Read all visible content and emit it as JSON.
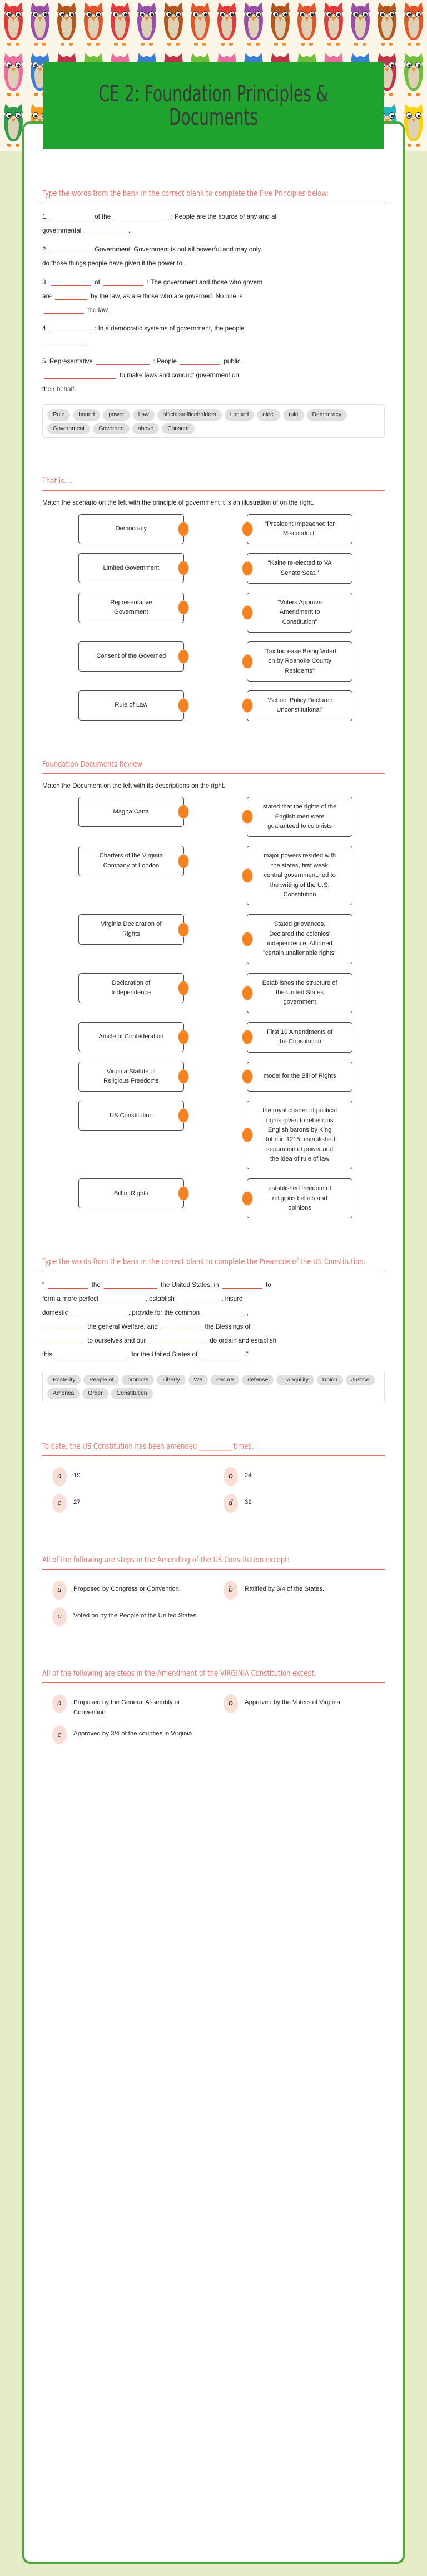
{
  "banner": {
    "title": "CE 2: Foundation Principles & Documents",
    "green_color": "#1fa32e",
    "owl_colors": [
      "#e23b3b",
      "#f29f1c",
      "#6fbf3a",
      "#9a4fa8",
      "#1fb5bd",
      "#f06ba0",
      "#b5561f",
      "#f5d311",
      "#3a7fd5",
      "#e2562a",
      "#2e9c4a",
      "#c2334a"
    ]
  },
  "sections": [
    {
      "id": "five-principles",
      "heading": "Type the words from the bank in the correct blank to complete the Five Principles below:",
      "type": "fill-in-blank",
      "lines": [
        "1. ____ of the ____ : People are the source of any and all governmental ____ .",
        "2. ____ Government: Government is not all powerful and may only do those things people have given it the power to.",
        "3. ____ of ____ : The government and those who govern are ____ by the law, as are those who are governed. No one is ____ the law.",
        "4. ____ : In a democratic systems of government, the people ____ .",
        "5. Representative ____ : People ____ public ____ to make laws and conduct government on their behalf."
      ],
      "word_bank": [
        "Rule",
        "bound",
        "power",
        "Law",
        "officials/officeholders",
        "Limited",
        "elect",
        "rule",
        "Democracy",
        "Government",
        "Governed",
        "above",
        "Consent"
      ]
    },
    {
      "id": "that-is",
      "heading": "That is....",
      "type": "matching",
      "instruction": "Match the scenario on the left with the principle of government it is an illustration of on the right.",
      "left": [
        "Democracy",
        "Limited Government",
        "Representative Government",
        "Consent of the Governed",
        "Rule of Law"
      ],
      "right": [
        "\"President Impeached for Misconduct\"",
        "\"Kaine re-elected to VA Senate Seat.\"",
        "\"Voters Approve Amendment to Constitution\"",
        "\"Tax Increase Being Voted on by Roanoke County Residents\"",
        "\"School Policy Declared Unconstitutional\""
      ]
    },
    {
      "id": "foundation-documents",
      "heading": "Foundation Documents Review",
      "type": "matching",
      "instruction": "Match the Document on the left with its descriptions on the right.",
      "left": [
        "Magna Carta",
        "Charters of the Virginia Company of London",
        "Virginia Declaration of Rights",
        "Declaration of Independence",
        "Article of Confederation",
        "Virginia Statute of Religious Freedoms",
        "US Constitution",
        "Bill of Rights"
      ],
      "right": [
        "stated that the rights of the English men were guaranteed to colonists",
        "major powers resided with the states, first weak central government, led to the writing of the U.S. Constitution",
        "Stated grievances, Declared the colonies' independence, Affirmed \"certain unalienable rights\"",
        "Establishes the structure of the United States government",
        "First 10 Amendments of the Constitution",
        "model for the Bill of Rights",
        "the royal charter of political rights given to rebellious English barons by King John in 1215; established separation of power and the idea of rule of law",
        "established freedom of religious beliefs and opinions"
      ]
    },
    {
      "id": "preamble",
      "heading": "Type the words from the bank in the correct blank to complete the Preamble of the US Constitution.",
      "type": "fill-in-blank",
      "text": "\" ____ the ____ the United States, in ____ to form a more perfect ____ , establish ____ , insure domestic ____ , provide for the common ____ , ____ the general Welfare, and ____ the Blessings of ____ to ourselves and our ____ , do ordain and establish this ____ for the United States of ____ .\"",
      "word_bank": [
        "Posterity",
        "People of",
        "promote",
        "Liberty",
        "We",
        "secure",
        "defense",
        "Tranquility",
        "Union",
        "Justice",
        "America",
        "Order",
        "Constitution"
      ]
    },
    {
      "id": "amended-times",
      "heading": "To date, the US Constitution has been amended __________ times.",
      "type": "multiple-choice",
      "options": [
        {
          "letter": "a",
          "text": "19"
        },
        {
          "letter": "b",
          "text": "24"
        },
        {
          "letter": "c",
          "text": "27"
        },
        {
          "letter": "d",
          "text": "32"
        }
      ]
    },
    {
      "id": "amending-us",
      "heading": "All of the following are steps in the Amending of the US Constitution except:",
      "type": "multiple-choice",
      "options": [
        {
          "letter": "a",
          "text": "Proposed by Congress or Convention"
        },
        {
          "letter": "b",
          "text": "Ratified by 3/4 of the States."
        },
        {
          "letter": "c",
          "text": "Voted on by the People of the United States"
        }
      ]
    },
    {
      "id": "amending-va",
      "heading": "All of the following are steps in the Amendment of the VIRGINIA Constitution except:",
      "type": "multiple-choice",
      "options": [
        {
          "letter": "a",
          "text": "Proposed by the General Assembly or Convention"
        },
        {
          "letter": "b",
          "text": "Approved by the Voters of Virginia"
        },
        {
          "letter": "c",
          "text": "Approved by 3/4 of the counties in Virginia"
        }
      ]
    }
  ],
  "fib1": {
    "n1": "1.",
    "t1": "of the",
    "t2": ": People are the source of any and all",
    "t3": "governmental",
    "t4": ".",
    "n2": "2.",
    "t5": "Government: Government is not all powerful and may only",
    "t6": "do those things people have given it the power to.",
    "n3": "3.",
    "t7": "of",
    "t8": ": The government and those who govern",
    "t9": "are",
    "t10": "by the law, as are those who are governed. No one is",
    "t11": "the law.",
    "n4": "4.",
    "t12": ": In a democratic systems of government, the people",
    "t13": ".",
    "n5": "5. Representative",
    "t14": ": People",
    "t15": "public",
    "t16": "to make laws and conduct government on",
    "t17": "their behalf."
  },
  "preamble_text": {
    "p1": "\"",
    "p2": "the",
    "p3": "the United States, in",
    "p4": "to",
    "p5": "form a more perfect",
    "p6": ", establish",
    "p7": ", insure",
    "p8": "domestic",
    "p9": ", provide for the common",
    "p10": ",",
    "p11": "the general Welfare, and",
    "p12": "the Blessings of",
    "p13": "to ourselves and our",
    "p14": ", do ordain and establish",
    "p15": "this",
    "p16": "for the United States of",
    "p17": ".\""
  }
}
